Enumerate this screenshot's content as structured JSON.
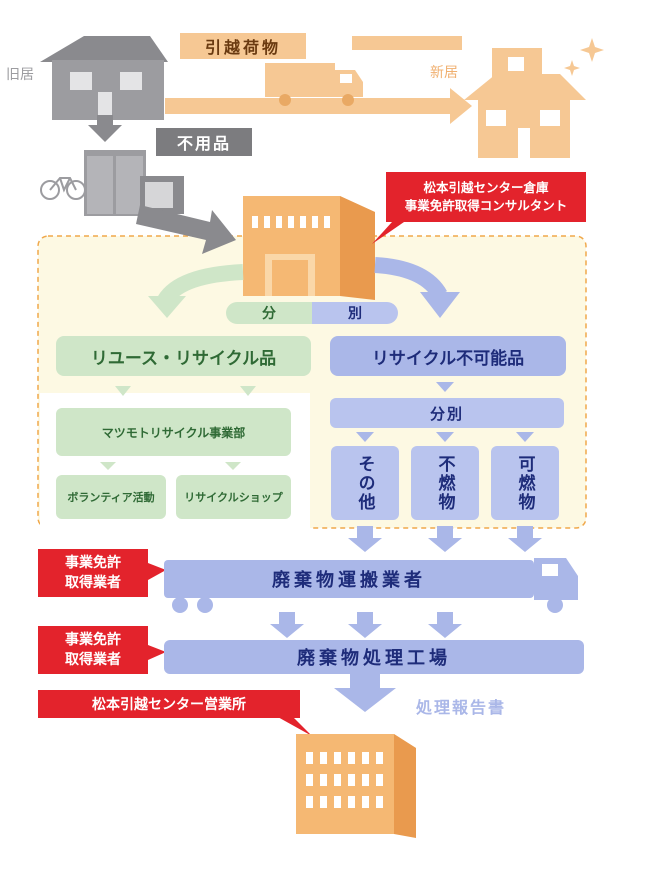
{
  "old_home": "旧居",
  "new_home": "新居",
  "moving_goods": "引越荷物",
  "unwanted_goods": "不用品",
  "warehouse_callout": [
    "松本引越センター倉庫",
    "事業免許取得コンサルタント"
  ],
  "sort_top": {
    "left": "分",
    "right": "別"
  },
  "reuse_recycle": "リユース・リサイクル品",
  "not_recyclable": "リサイクル不可能品",
  "dept": "マツモトリサイクル事業部",
  "volunteer": "ボランティア活動",
  "recycle_shop": "リサイクルショップ",
  "sort_second": "分別",
  "categories": [
    "その他",
    "不燃物",
    "可燃物"
  ],
  "license_holder": [
    "事業免許",
    "取得業者"
  ],
  "waste_transport": "廃棄物運搬業者",
  "waste_plant": "廃棄物処理工場",
  "branch_office": "松本引越センター営業所",
  "report": "処理報告書",
  "colors": {
    "green": "#cfe6c8",
    "blue": "#aab7e8",
    "red": "#e3232c",
    "peach": "#f6c894",
    "gray": "#7c7c7f",
    "dashed_area": "#fdf9e3"
  }
}
